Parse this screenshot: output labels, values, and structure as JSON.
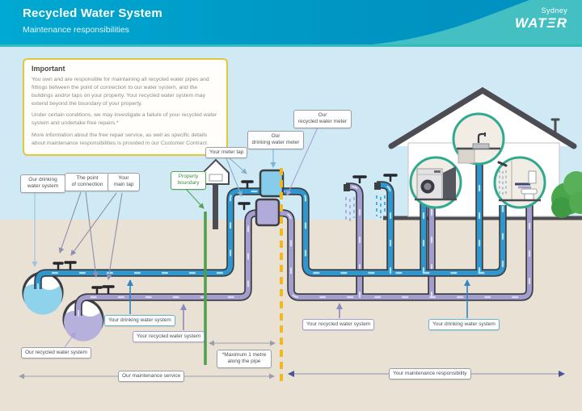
{
  "header": {
    "title": "Recycled Water System",
    "subtitle": "Maintenance responsibilities",
    "brand_line1": "Sydney",
    "brand_line2": "WATΞR"
  },
  "important": {
    "title": "Important",
    "p1": "You own and are responsible for maintaining all recycled water pipes and fittings between the point of connection to our water system, and the buildings and/or taps on your property. Your recycled water system may extend beyond the boundary of your property.",
    "p2": "Under certain conditions, we may investigate a failure of your recycled water system and undertake free repairs.*",
    "p3": "More information about the free repair service, as well as specific details about maintenance responsibilities is provided in our Customer Contract."
  },
  "callouts": {
    "our_drinking_system": "Our drinking\nwater system",
    "point_of_connection": "The point\nof connection",
    "your_main_tap": "Your\nmain tap",
    "property_boundary": "Property\nboundary",
    "your_meter_tap": "Your meter tap",
    "our_drinking_meter": "Our\ndrinking water meter",
    "our_recycled_meter": "Our\nrecycled water meter",
    "your_drinking_system": "Your drinking water system",
    "your_recycled_system": "Your recycled water system",
    "our_recycled_system": "Our recycled water system",
    "max_one_metre": "*Maximum 1 metre\nalong the pipe",
    "our_maintenance": "Our maintenance service",
    "your_maintenance": "Your maintenance responsibility"
  },
  "colors": {
    "drinking_pipe": "#2f97cf",
    "recycled_pipe": "#a39dd0",
    "property_boundary_line": "#4d9e4d",
    "meter_boundary_line": "#f2b824",
    "header_blue": "#0095c3",
    "swoosh_teal": "#45c0c2",
    "sky": "#cfe9f5",
    "ground": "#e9e1d4",
    "detail_circle_teal": "#2fa98f"
  }
}
